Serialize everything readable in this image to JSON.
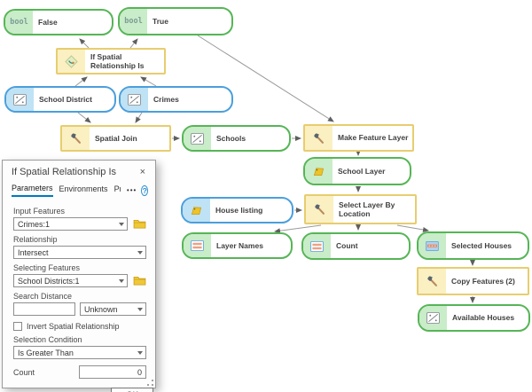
{
  "diagram": {
    "bool_label": "bool",
    "nodes": [
      {
        "id": "false-var",
        "label": "False",
        "kind": "variable",
        "icon": "bool"
      },
      {
        "id": "true-var",
        "label": "True",
        "kind": "variable",
        "icon": "bool"
      },
      {
        "id": "if-spatial-relationship",
        "label": "If Spatial Relationship Is",
        "kind": "tool",
        "icon": "if-diamond"
      },
      {
        "id": "school-district",
        "label": "School District",
        "kind": "data-blue",
        "icon": "feature-class"
      },
      {
        "id": "crimes",
        "label": "Crimes",
        "kind": "data-blue",
        "icon": "feature-class"
      },
      {
        "id": "spatial-join",
        "label": "Spatial Join",
        "kind": "tool",
        "icon": "hammer"
      },
      {
        "id": "schools",
        "label": "Schools",
        "kind": "data-green",
        "icon": "feature-class"
      },
      {
        "id": "make-feature-layer",
        "label": "Make Feature Layer",
        "kind": "tool",
        "icon": "hammer"
      },
      {
        "id": "school-layer",
        "label": "School Layer",
        "kind": "data-green",
        "icon": "layer"
      },
      {
        "id": "house-listing",
        "label": "House listing",
        "kind": "data-blue",
        "icon": "layer"
      },
      {
        "id": "select-layer-by-location",
        "label": "Select Layer By Location",
        "kind": "tool",
        "icon": "hammer"
      },
      {
        "id": "layer-names",
        "label": "Layer Names",
        "kind": "data-green",
        "icon": "table"
      },
      {
        "id": "count",
        "label": "Count",
        "kind": "data-green",
        "icon": "table"
      },
      {
        "id": "selected-houses",
        "label": "Selected Houses",
        "kind": "data-green",
        "icon": "selected-table"
      },
      {
        "id": "copy-features",
        "label": "Copy Features (2)",
        "kind": "tool",
        "icon": "hammer"
      },
      {
        "id": "available-houses",
        "label": "Available Houses",
        "kind": "data-green",
        "icon": "feature-class"
      }
    ],
    "edges": [
      {
        "from": "if-spatial-relationship",
        "to": "false-var"
      },
      {
        "from": "if-spatial-relationship",
        "to": "true-var"
      },
      {
        "from": "school-district",
        "to": "if-spatial-relationship"
      },
      {
        "from": "crimes",
        "to": "if-spatial-relationship"
      },
      {
        "from": "school-district",
        "to": "spatial-join"
      },
      {
        "from": "crimes",
        "to": "spatial-join"
      },
      {
        "from": "spatial-join",
        "to": "schools"
      },
      {
        "from": "schools",
        "to": "make-feature-layer"
      },
      {
        "from": "true-var",
        "to": "make-feature-layer"
      },
      {
        "from": "make-feature-layer",
        "to": "school-layer"
      },
      {
        "from": "school-layer",
        "to": "select-layer-by-location"
      },
      {
        "from": "house-listing",
        "to": "select-layer-by-location"
      },
      {
        "from": "select-layer-by-location",
        "to": "layer-names"
      },
      {
        "from": "select-layer-by-location",
        "to": "count"
      },
      {
        "from": "select-layer-by-location",
        "to": "selected-houses"
      },
      {
        "from": "selected-houses",
        "to": "copy-features"
      },
      {
        "from": "copy-features",
        "to": "available-houses"
      }
    ]
  },
  "dialog": {
    "title": "If Spatial Relationship Is",
    "close_glyph": "×",
    "tabs": [
      {
        "label": "Parameters",
        "active": true
      },
      {
        "label": "Environments",
        "active": false
      },
      {
        "label": "Pr",
        "active": false
      }
    ],
    "overflow_label": "•••",
    "help_label": "?",
    "fields": {
      "input_features": {
        "label": "Input Features",
        "value": "Crimes:1"
      },
      "relationship": {
        "label": "Relationship",
        "value": "Intersect"
      },
      "selecting_features": {
        "label": "Selecting Features",
        "value": "School Districts:1"
      },
      "search_distance": {
        "label": "Search Distance",
        "value": "",
        "unit": "Unknown"
      },
      "invert": {
        "label": "Invert Spatial Relationship",
        "checked": false
      },
      "selection_condition": {
        "label": "Selection Condition",
        "value": "Is Greater Than"
      },
      "count": {
        "label": "Count",
        "value": "0"
      }
    },
    "ok_label": "OK"
  },
  "colors": {
    "accent_blue": "#0079c1",
    "data_green_border": "#56b556",
    "data_green_fill": "#c9ecc9",
    "data_blue_border": "#4b9fdc",
    "data_blue_fill": "#bfe2f5",
    "tool_border": "#e7cd6f",
    "tool_fill": "#faf0c2",
    "edge_gray": "#9a9a9a"
  }
}
